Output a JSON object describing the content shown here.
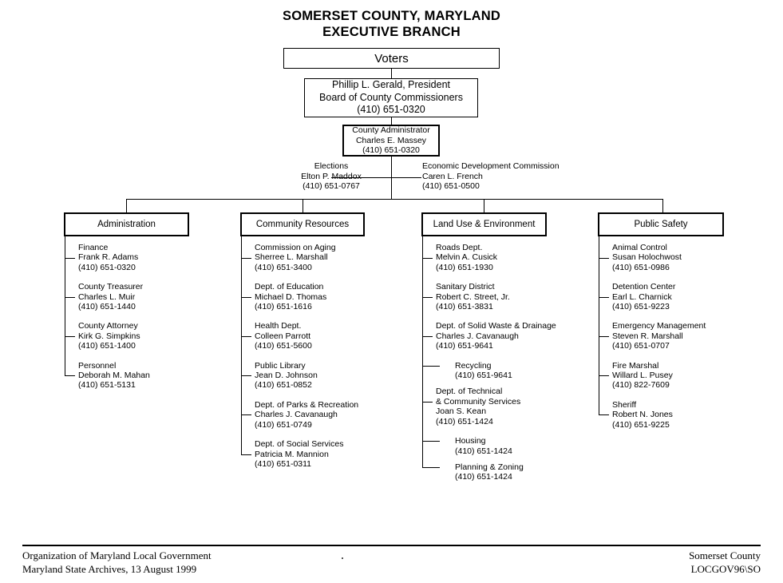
{
  "title": {
    "line1": "SOMERSET COUNTY, MARYLAND",
    "line2": "EXECUTIVE BRANCH"
  },
  "nodes": {
    "voters": {
      "label": "Voters"
    },
    "commissioners": {
      "line1": "Phillip L. Gerald, President",
      "line2": "Board of County Commissioners",
      "line3": "(410) 651-0320"
    },
    "administrator": {
      "line1": "County Administrator",
      "line2": "Charles E. Massey",
      "line3": "(410) 651-0320"
    }
  },
  "side_offices": [
    {
      "name": "Elections",
      "person": "Elton P. Maddox",
      "phone": "(410) 651-0767"
    },
    {
      "name": "Economic Development Commission",
      "person": "Caren L. French",
      "phone": "(410) 651-0500"
    }
  ],
  "departments": [
    {
      "header": "Administration",
      "entries": [
        {
          "unit": "Finance",
          "person": "Frank R. Adams",
          "phone": "(410) 651-0320",
          "sub": false
        },
        {
          "unit": "County Treasurer",
          "person": "Charles L. Muir",
          "phone": "(410) 651-1440",
          "sub": false
        },
        {
          "unit": "County Attorney",
          "person": "Kirk G. Simpkins",
          "phone": "(410) 651-1400",
          "sub": false
        },
        {
          "unit": "Personnel",
          "person": "Deborah M. Mahan",
          "phone": "(410) 651-5131",
          "sub": false
        }
      ]
    },
    {
      "header": "Community Resources",
      "entries": [
        {
          "unit": "Commission on Aging",
          "person": "Sherree L. Marshall",
          "phone": "(410) 651-3400",
          "sub": false
        },
        {
          "unit": "Dept. of Education",
          "person": "Michael D. Thomas",
          "phone": "(410) 651-1616",
          "sub": false
        },
        {
          "unit": "Health Dept.",
          "person": "Colleen Parrott",
          "phone": "(410) 651-5600",
          "sub": false
        },
        {
          "unit": "Public Library",
          "person": "Jean D. Johnson",
          "phone": "(410) 651-0852",
          "sub": false
        },
        {
          "unit": "Dept. of Parks & Recreation",
          "person": "Charles J. Cavanaugh",
          "phone": "(410) 651-0749",
          "sub": false
        },
        {
          "unit": "Dept. of Social Services",
          "person": "Patricia M. Mannion",
          "phone": "(410) 651-0311",
          "sub": false
        }
      ]
    },
    {
      "header": "Land Use & Environment",
      "entries": [
        {
          "unit": "Roads Dept.",
          "person": "Melvin A. Cusick",
          "phone": "(410) 651-1930",
          "sub": false
        },
        {
          "unit": "Sanitary District",
          "person": "Robert C. Street, Jr.",
          "phone": "(410) 651-3831",
          "sub": false
        },
        {
          "unit": "Dept. of Solid Waste & Drainage",
          "person": "Charles J. Cavanaugh",
          "phone": "(410) 651-9641",
          "sub": false
        },
        {
          "unit": "Recycling",
          "person": "",
          "phone": "(410) 651-9641",
          "sub": true
        },
        {
          "unit": "Dept. of Technical",
          "unit2": "& Community Services",
          "person": "Joan S. Kean",
          "phone": "(410) 651-1424",
          "sub": false
        },
        {
          "unit": "Housing",
          "person": "",
          "phone": "(410) 651-1424",
          "sub": true
        },
        {
          "unit": "Planning & Zoning",
          "person": "",
          "phone": "(410) 651-1424",
          "sub": true
        }
      ]
    },
    {
      "header": "Public Safety",
      "entries": [
        {
          "unit": "Animal Control",
          "person": "Susan Holochwost",
          "phone": "(410) 651-0986",
          "sub": false
        },
        {
          "unit": "Detention Center",
          "person": "Earl L. Charnick",
          "phone": "(410) 651-9223",
          "sub": false
        },
        {
          "unit": "Emergency Management",
          "person": "Steven R. Marshall",
          "phone": "(410) 651-0707",
          "sub": false
        },
        {
          "unit": "Fire Marshal",
          "person": "Willard L. Pusey",
          "phone": "(410) 822-7609",
          "sub": false
        },
        {
          "unit": "Sheriff",
          "person": "Robert N. Jones",
          "phone": "(410) 651-9225",
          "sub": false
        }
      ]
    }
  ],
  "footer": {
    "left_line1": "Organization of Maryland Local Government",
    "left_line2": "Maryland State Archives, 13 August 1999",
    "right_line1": "Somerset County",
    "right_line2": "LOCGOV96\\SO"
  }
}
